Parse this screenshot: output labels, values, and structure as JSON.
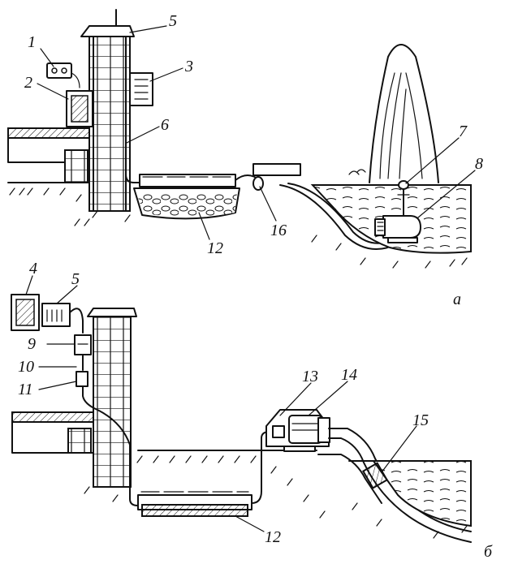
{
  "panels": [
    {
      "label": "а",
      "callouts": [
        "1",
        "2",
        "3",
        "5",
        "6",
        "7",
        "8",
        "12",
        "16"
      ]
    },
    {
      "label": "б",
      "callouts": [
        "4",
        "5",
        "9",
        "10",
        "11",
        "12",
        "13",
        "14",
        "15"
      ]
    }
  ],
  "callouts": {
    "c1": "1",
    "c2": "2",
    "c3": "3",
    "c5a": "5",
    "c6": "6",
    "c7": "7",
    "c8": "8",
    "c12a": "12",
    "c16": "16",
    "c4": "4",
    "c5b": "5",
    "c9": "9",
    "c10": "10",
    "c11": "11",
    "c12b": "12",
    "c13": "13",
    "c14": "14",
    "c15": "15"
  },
  "panel_labels": {
    "a": "а",
    "b": "б"
  }
}
